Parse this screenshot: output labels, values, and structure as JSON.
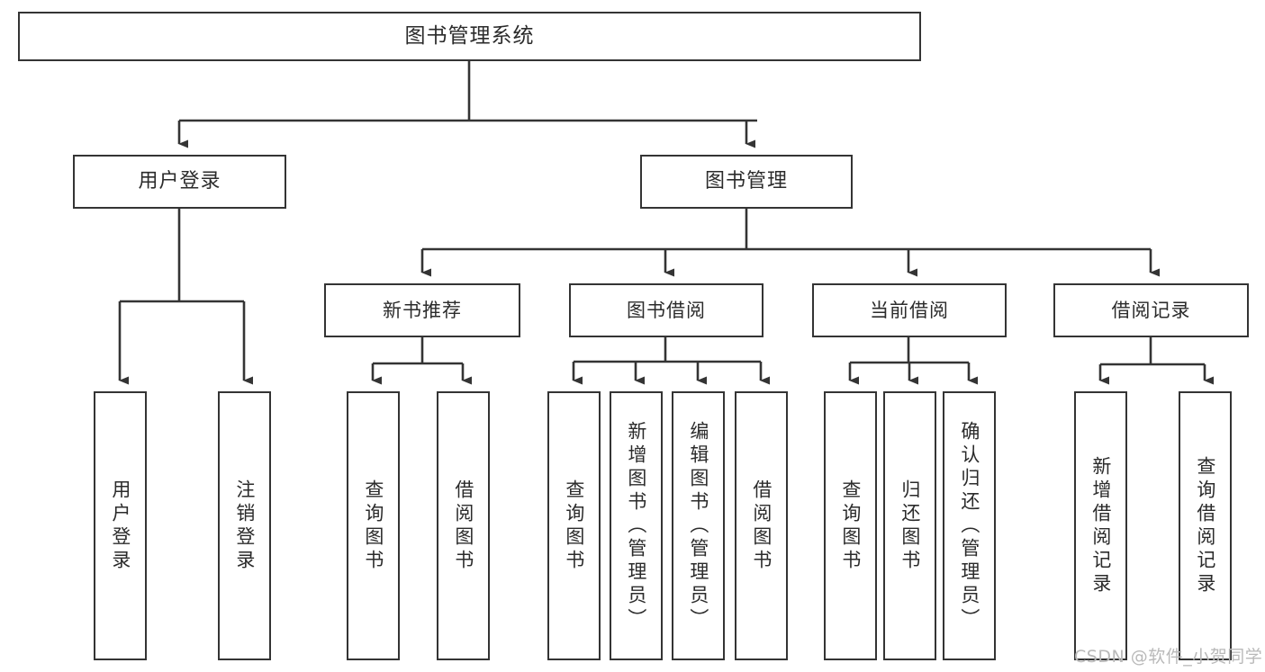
{
  "diagram": {
    "title": "图书管理系统",
    "type": "tree-hierarchy-diagram",
    "watermark": "CSDN @软件_小贺同学",
    "colors": {
      "box_border": "#343434",
      "box_fill": "#ffffff",
      "text": "#2b2b2b",
      "edge": "#343434",
      "watermark": "#b9b9b9",
      "background": "#ffffff"
    },
    "nodes": {
      "root": {
        "label": "图书管理系统"
      },
      "level1": [
        {
          "id": "user-login",
          "label": "用户登录"
        },
        {
          "id": "book-manage",
          "label": "图书管理"
        }
      ],
      "level2": [
        {
          "id": "new-book-recommend",
          "label": "新书推荐"
        },
        {
          "id": "book-borrow",
          "label": "图书借阅"
        },
        {
          "id": "current-borrow",
          "label": "当前借阅"
        },
        {
          "id": "borrow-record",
          "label": "借阅记录"
        }
      ],
      "leaves": [
        {
          "id": "leaf-user-login",
          "label": "用户登录"
        },
        {
          "id": "leaf-user-logout",
          "label": "注销登录"
        },
        {
          "id": "leaf-query-book-1",
          "label": "查询图书"
        },
        {
          "id": "leaf-borrow-book-1",
          "label": "借阅图书"
        },
        {
          "id": "leaf-query-book-2",
          "label": "查询图书"
        },
        {
          "id": "leaf-add-book",
          "label": "新增图书（管理员）"
        },
        {
          "id": "leaf-edit-book",
          "label": "编辑图书（管理员）"
        },
        {
          "id": "leaf-borrow-book-2",
          "label": "借阅图书"
        },
        {
          "id": "leaf-query-book-3",
          "label": "查询图书"
        },
        {
          "id": "leaf-return-book",
          "label": "归还图书"
        },
        {
          "id": "leaf-confirm-return",
          "label": "确认归还（管理员）"
        },
        {
          "id": "leaf-add-record",
          "label": "新增借阅记录"
        },
        {
          "id": "leaf-query-record",
          "label": "查询借阅记录"
        }
      ]
    }
  }
}
